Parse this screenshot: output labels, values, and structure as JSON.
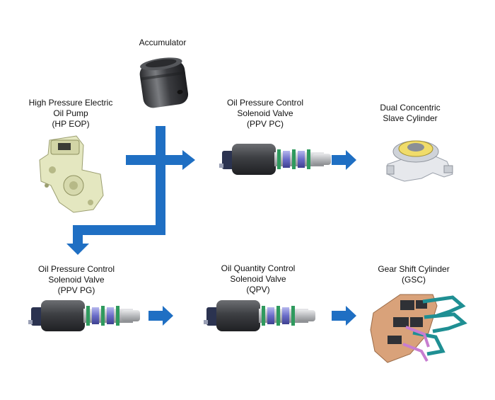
{
  "components": {
    "accumulator": {
      "lines": [
        "Accumulator"
      ]
    },
    "hp_eop": {
      "lines": [
        "High Pressure Electric",
        "Oil Pump",
        "(HP EOP)"
      ]
    },
    "ppv_pc": {
      "lines": [
        "Oil Pressure Control",
        "Solenoid Valve",
        "(PPV PC)"
      ]
    },
    "dcsc": {
      "lines": [
        "Dual Concentric",
        "Slave Cylinder"
      ]
    },
    "ppv_pg": {
      "lines": [
        "Oil Pressure Control",
        "Solenoid Valve",
        "(PPV PG)"
      ]
    },
    "qpv": {
      "lines": [
        "Oil Quantity Control",
        "Solenoid Valve",
        "(QPV)"
      ]
    },
    "gsc": {
      "lines": [
        "Gear Shift Cylinder",
        "(GSC)"
      ]
    }
  },
  "colors": {
    "arrow": "#1f6fc3",
    "solenoid_body": "#3d3f43",
    "solenoid_coil": "#6a6cc8",
    "solenoid_seal": "#2f9a5e",
    "solenoid_stem": "#c7c9cc",
    "connector": "#2b3350",
    "pump": "#e4e7c0",
    "gsc_body": "#d9a27a",
    "gsc_fork": "#1f8f93"
  },
  "icons": [
    "accumulator-icon",
    "oil-pump-icon",
    "solenoid-valve-icon",
    "slave-cylinder-icon",
    "gear-shift-cylinder-icon"
  ]
}
